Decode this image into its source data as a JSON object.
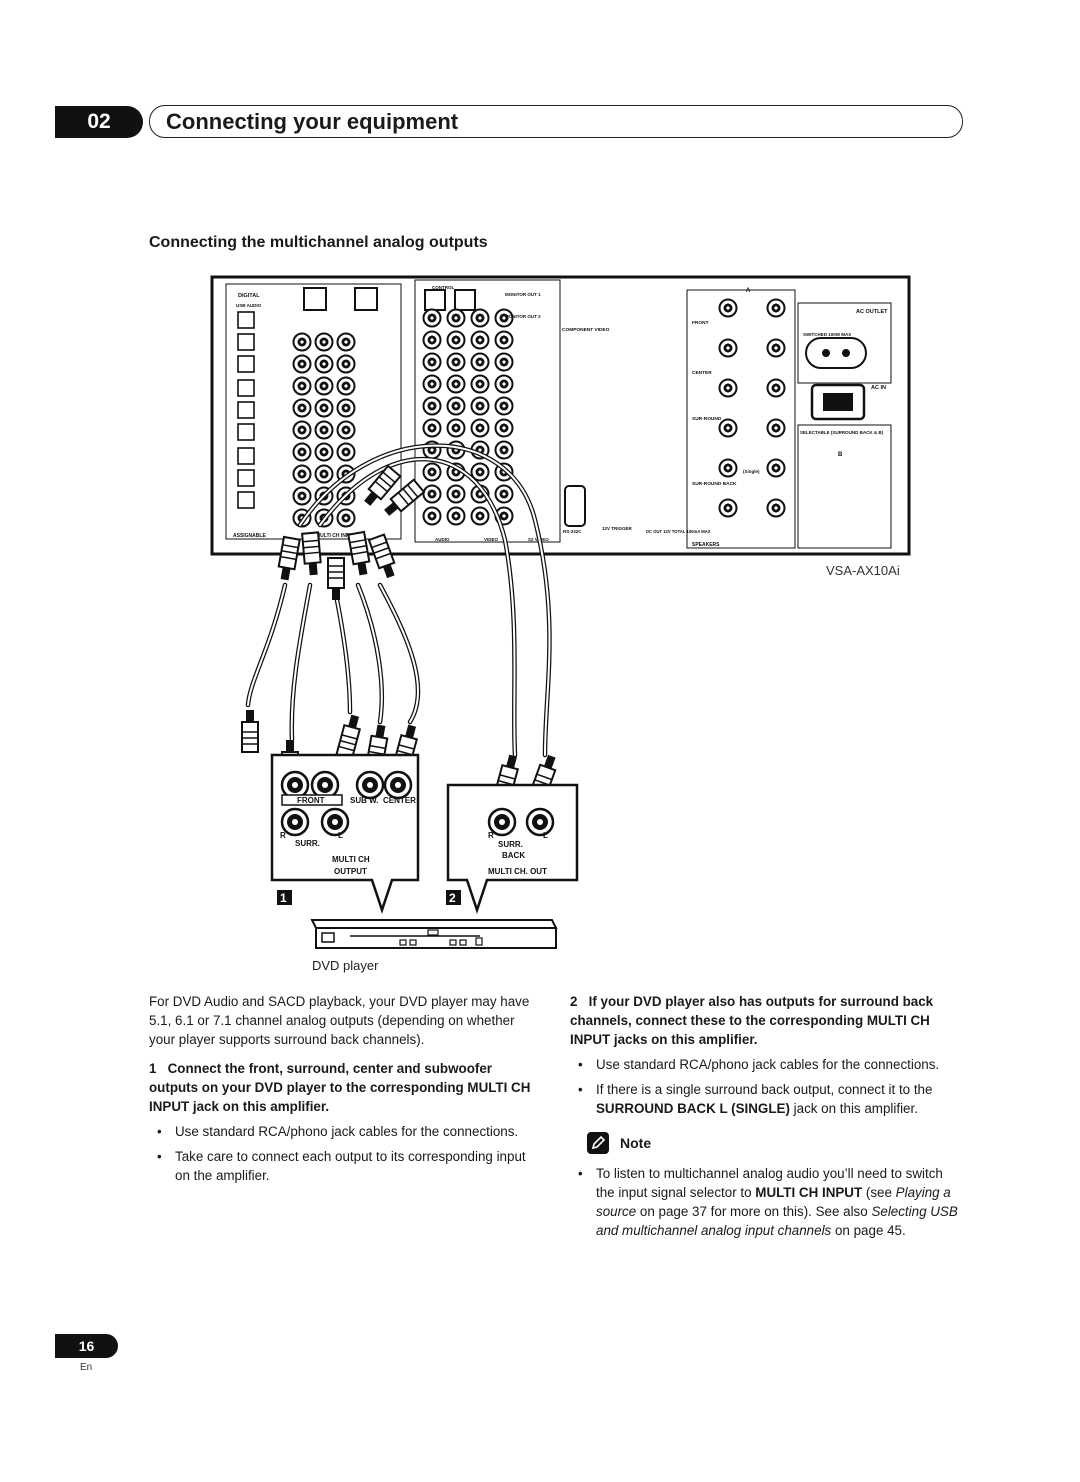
{
  "header": {
    "chapter_number": "02",
    "chapter_title": "Connecting your equipment"
  },
  "section": {
    "title": "Connecting the multichannel analog outputs"
  },
  "diagram": {
    "model": "VSA-AX10Ai",
    "dvd_label": "DVD player",
    "callout1": "1",
    "callout2": "2",
    "rear_panel_labels": {
      "digital": "DIGITAL",
      "usb_audio": "USB AUDIO",
      "control": "CONTROL",
      "monitor_out1": "MONITOR OUT 1",
      "monitor_out2": "MONITOR OUT 2",
      "component_video": "COMPONENT VIDEO",
      "ac_outlet": "AC OUTLET",
      "switched": "SWITCHED 100W MAX",
      "ac_in": "AC IN",
      "selectable": "SELECTABLE (SURROUND BACK & B)",
      "front": "FRONT",
      "center": "CENTER",
      "surround": "SUR-ROUND",
      "surround_back": "SUR-ROUND BACK",
      "speakers": "SPEAKERS",
      "assignable": "ASSIGNABLE",
      "multi_ch_input": "MULTI CH INPUT",
      "audio": "AUDIO",
      "video": "VIDEO",
      "s2_video": "S2 VIDEO",
      "rs232c": "RS-232C",
      "trigger": "12V TRIGGER",
      "dc_out": "DC OUT 12V TOTAL 100mA MAX",
      "speaker_a": "A",
      "speaker_b": "B",
      "single": "(Single)",
      "left": "L",
      "right": "R"
    },
    "output_panel_1": {
      "front": "FRONT",
      "sub_w": "SUB W.",
      "center": "CENTER",
      "surr": "SURR.",
      "multi_ch": "MULTI CH",
      "output": "OUTPUT",
      "r": "R",
      "l": "L"
    },
    "output_panel_2": {
      "surr": "SURR.",
      "back": "BACK",
      "multi_ch_out": "MULTI CH. OUT",
      "r": "R",
      "l": "L"
    }
  },
  "left_column": {
    "intro": "For DVD Audio and SACD playback, your DVD player may have 5.1, 6.1 or 7.1 channel analog outputs (depending on whether your player supports surround back channels).",
    "step1_num": "1",
    "step1": "Connect the front, surround, center and subwoofer outputs on your DVD player to the corresponding MULTI CH INPUT jack on this amplifier.",
    "bullets": [
      "Use standard RCA/phono jack cables for the connections.",
      "Take care to connect each output to its corresponding input on the amplifier."
    ]
  },
  "right_column": {
    "step2_num": "2",
    "step2": "If your DVD player also has outputs for surround back channels, connect these to the corresponding MULTI CH INPUT jacks on this amplifier.",
    "bullet1": "Use standard RCA/phono jack cables for the connections.",
    "bullet2_pre": "If there is a single surround back output, connect it to the ",
    "bullet2_bold": "SURROUND BACK L (SINGLE)",
    "bullet2_post": " jack on this amplifier.",
    "note_label": "Note",
    "note_pre": "To listen to multichannel analog audio you’ll need to switch the input signal selector to ",
    "note_bold": "MULTI CH INPUT",
    "note_mid1": " (see ",
    "note_italic1": "Playing a source",
    "note_mid2": " on page 37 for more on this). See also ",
    "note_italic2": "Selecting USB and multichannel analog input channels",
    "note_post": " on page 45."
  },
  "footer": {
    "page_number": "16",
    "language": "En"
  }
}
